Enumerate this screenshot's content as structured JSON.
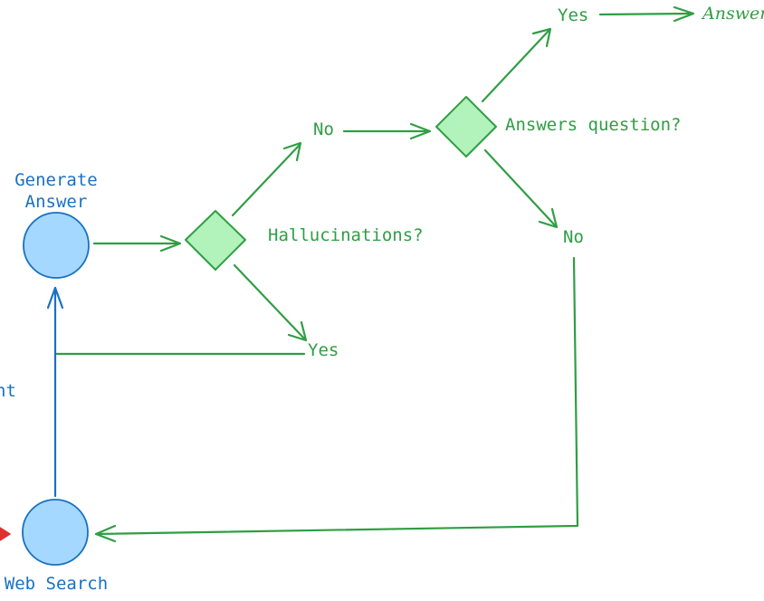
{
  "nodes": {
    "generate_answer": {
      "label_line1": "Generate",
      "label_line2": "Answer"
    },
    "web_search": {
      "label": "Web Search"
    },
    "partial_left_label": "nt",
    "hallucinations_check": {
      "label": "Hallucinations?",
      "yes_label": "Yes",
      "no_label": "No"
    },
    "answers_question_check": {
      "label": "Answers question?",
      "yes_label": "Yes",
      "no_label": "No"
    },
    "final_answer": {
      "label": "Answer"
    }
  },
  "colors": {
    "blue_text": "#1971c2",
    "blue_fill": "#a5d8ff",
    "green_text": "#2f9e44",
    "green_fill": "#b2f2bb",
    "red_arrow": "#e03131"
  }
}
